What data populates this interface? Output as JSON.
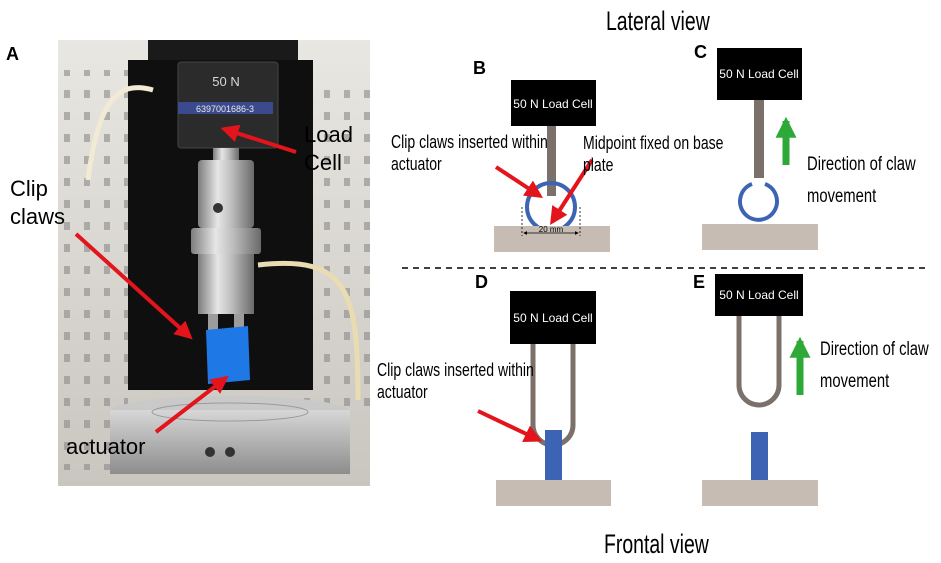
{
  "titles": {
    "lateral": "Lateral view",
    "frontal": "Frontal view"
  },
  "panels": {
    "a": "A",
    "b": "B",
    "c": "C",
    "d": "D",
    "e": "E"
  },
  "photo": {
    "force_label": "50 N",
    "serial": "6397001686-3",
    "load_cell_line1": "Load",
    "load_cell_line2": "Cell",
    "clip_claws_line1": "Clip",
    "clip_claws_line2": "claws",
    "actuator": "actuator"
  },
  "load_cell_label": "50 N Load Cell",
  "panel_b": {
    "clip_line1": "Clip claws inserted within",
    "clip_line2": "actuator",
    "midpoint_line1": "Midpoint fixed on base",
    "midpoint_line2": "plate",
    "dimension": "20 mm"
  },
  "panel_c": {
    "direction_line1": "Direction of claw",
    "direction_line2": "movement"
  },
  "panel_d": {
    "clip_line1": "Clip claws inserted within",
    "clip_line2": "actuator"
  },
  "panel_e": {
    "direction_line1": "Direction of claw",
    "direction_line2": "movement"
  },
  "icons": {
    "arrow_red": "red-arrow",
    "arrow_green": "green-up-arrow"
  },
  "colors": {
    "red_arrow": "#e3141b",
    "green_arrow": "#2ea836",
    "actuator_blue": "#3d63b4",
    "claw_gray": "#7b716a",
    "base_plate": "#c7bcb4",
    "load_cell": "#000000"
  }
}
